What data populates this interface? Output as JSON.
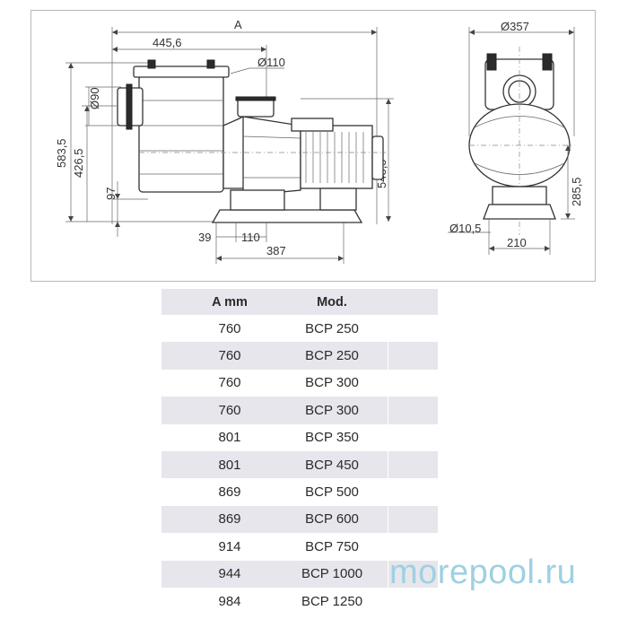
{
  "drawing": {
    "side_view": {
      "dim_A": "A",
      "dim_445_6": "445,6",
      "dim_d110": "Ø110",
      "dim_d90": "Ø90",
      "dim_583_5": "583,5",
      "dim_426_5": "426,5",
      "dim_97": "97",
      "dim_548_5": "548,5",
      "dim_39": "39",
      "dim_110": "110",
      "dim_387": "387"
    },
    "front_view": {
      "dim_d357": "Ø357",
      "dim_285_5": "285,5",
      "dim_d10_5": "Ø10,5",
      "dim_210": "210"
    }
  },
  "table": {
    "header": {
      "a_mm": "A mm",
      "model": "Mod."
    },
    "rows": [
      {
        "a_mm": "760",
        "model": "BCP 250"
      },
      {
        "a_mm": "760",
        "model": "BCP 250"
      },
      {
        "a_mm": "760",
        "model": "BCP 300"
      },
      {
        "a_mm": "760",
        "model": "BCP 300"
      },
      {
        "a_mm": "801",
        "model": "BCP 350"
      },
      {
        "a_mm": "801",
        "model": "BCP 450"
      },
      {
        "a_mm": "869",
        "model": "BCP 500"
      },
      {
        "a_mm": "869",
        "model": "BCP 600"
      },
      {
        "a_mm": "914",
        "model": "BCP 750"
      },
      {
        "a_mm": "944",
        "model": "BCP 1000"
      },
      {
        "a_mm": "984",
        "model": "BCP 1250"
      }
    ]
  },
  "watermark": "morepool.ru"
}
